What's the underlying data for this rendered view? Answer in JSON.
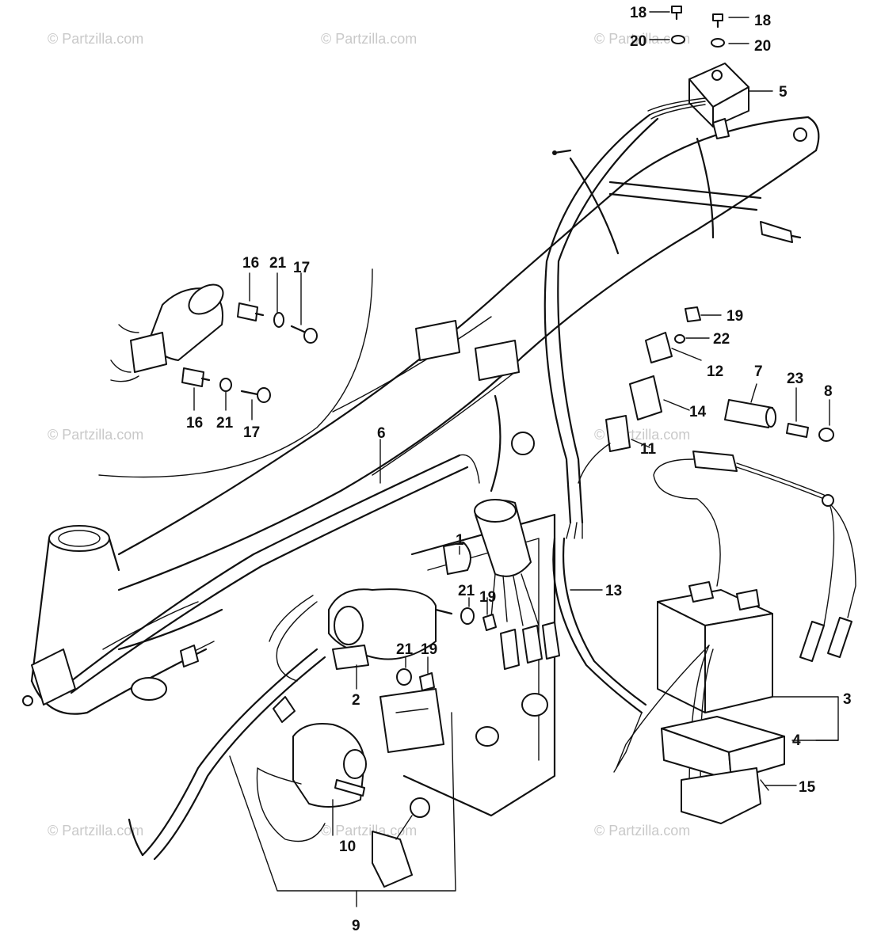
{
  "watermark": {
    "text": "© Partzilla.com"
  },
  "callouts": [
    {
      "id": "18a",
      "text": "18"
    },
    {
      "id": "18b",
      "text": "18"
    },
    {
      "id": "20a",
      "text": "20"
    },
    {
      "id": "20b",
      "text": "20"
    },
    {
      "id": "5",
      "text": "5"
    },
    {
      "id": "16a",
      "text": "16"
    },
    {
      "id": "21a",
      "text": "21"
    },
    {
      "id": "17a",
      "text": "17"
    },
    {
      "id": "16b",
      "text": "16"
    },
    {
      "id": "21b",
      "text": "21"
    },
    {
      "id": "17b",
      "text": "17"
    },
    {
      "id": "19a",
      "text": "19"
    },
    {
      "id": "22",
      "text": "22"
    },
    {
      "id": "12",
      "text": "12"
    },
    {
      "id": "7",
      "text": "7"
    },
    {
      "id": "23",
      "text": "23"
    },
    {
      "id": "8",
      "text": "8"
    },
    {
      "id": "14",
      "text": "14"
    },
    {
      "id": "11",
      "text": "11"
    },
    {
      "id": "6",
      "text": "6"
    },
    {
      "id": "1",
      "text": "1"
    },
    {
      "id": "21c",
      "text": "21"
    },
    {
      "id": "19b",
      "text": "19"
    },
    {
      "id": "21d",
      "text": "21"
    },
    {
      "id": "19c",
      "text": "19"
    },
    {
      "id": "13",
      "text": "13"
    },
    {
      "id": "2",
      "text": "2"
    },
    {
      "id": "3",
      "text": "3"
    },
    {
      "id": "4",
      "text": "4"
    },
    {
      "id": "15",
      "text": "15"
    },
    {
      "id": "10",
      "text": "10"
    },
    {
      "id": "9",
      "text": "9"
    }
  ]
}
